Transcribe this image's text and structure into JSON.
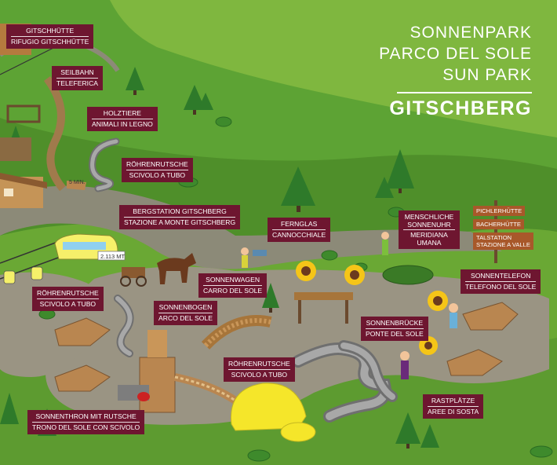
{
  "title": {
    "line1": "SONNENPARK",
    "line2": "PARCO DEL SOLE",
    "line3": "SUN PARK",
    "place": "GITSCHBERG"
  },
  "labels": [
    {
      "id": "gitschhuette",
      "de": "GITSCHHÜTTE",
      "it": "RIFUGIO GITSCHHÜTTE"
    },
    {
      "id": "seilbahn",
      "de": "SEILBAHN",
      "it": "TELEFERICA"
    },
    {
      "id": "holztiere",
      "de": "HOLZTIERE",
      "it": "ANIMALI IN LEGNO"
    },
    {
      "id": "roehren1",
      "de": "RÖHRENRUTSCHE",
      "it": "SCIVOLO A TUBO"
    },
    {
      "id": "bergstation",
      "de": "BERGSTATION GITSCHBERG",
      "it": "STAZIONE A MONTE GITSCHBERG"
    },
    {
      "id": "fernglas",
      "de": "FERNGLAS",
      "it": "CANNOCCHIALE"
    },
    {
      "id": "sonnenuhr",
      "de": "MENSCHLICHE SONNENUHR",
      "it": "MERIDIANA UMANA"
    },
    {
      "id": "sonnentelefon",
      "de": "SONNENTELEFON",
      "it": "TELEFONO DEL SOLE"
    },
    {
      "id": "sonnenwagen",
      "de": "SONNENWAGEN",
      "it": "CARRO DEL SOLE"
    },
    {
      "id": "roehren2",
      "de": "RÖHRENRUTSCHE",
      "it": "SCIVOLO A TUBO"
    },
    {
      "id": "sonnenbogen",
      "de": "SONNENBOGEN",
      "it": "ARCO DEL SOLE"
    },
    {
      "id": "sonnenbruecke",
      "de": "SONNENBRÜCKE",
      "it": "PONTE DEL SOLE"
    },
    {
      "id": "roehren3",
      "de": "RÖHRENRUTSCHE",
      "it": "SCIVOLO A TUBO"
    },
    {
      "id": "rastplaetze",
      "de": "RASTPLÄTZE",
      "it": "AREE DI SOSTA"
    },
    {
      "id": "sonnenthron",
      "de": "SONNENTHRON MIT RUTSCHE",
      "it": "TRONO DEL SOLE CON SCIVOLO"
    }
  ],
  "signpost": [
    "PICHLERHÜTTE",
    "BACHERHÜTTE",
    "TALSTATION",
    "STAZIONE A VALLE"
  ],
  "gondola_label": "2.113 MT",
  "trail_sign": "5 MIN."
}
